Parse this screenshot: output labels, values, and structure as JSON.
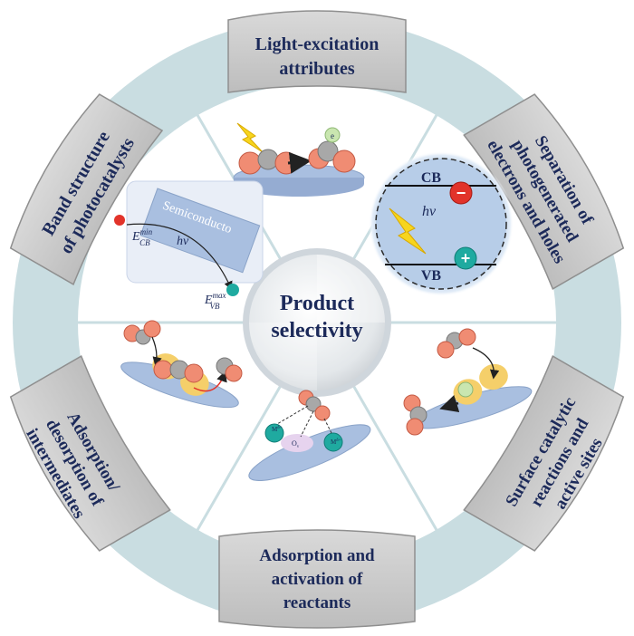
{
  "center": {
    "line1": "Product",
    "line2": "selectivity"
  },
  "segments": {
    "light_excitation": {
      "line1": "Light-excitation",
      "line2": "attributes"
    },
    "separation": {
      "line1": "Separation of",
      "line2": "photogenerated",
      "line3": "electrons and holes"
    },
    "surface": {
      "line1": "Surface catalytic",
      "line2": "reactions and",
      "line3": "active sites"
    },
    "adsorption_activation": {
      "line1": "Adsorption and",
      "line2": "activation of",
      "line3": "reactants"
    },
    "adsorption_desorption": {
      "line1": "Adsorption/",
      "line2": "desorption of",
      "line3": "intermediates"
    },
    "band_structure": {
      "line1": "Band structure",
      "line2": "of photocatalysts"
    }
  },
  "band_panel": {
    "cb": "CB",
    "vb": "VB",
    "hv": "hv",
    "minus": "−",
    "plus": "+"
  },
  "semiconductor_panel": {
    "label": "Semiconducto",
    "ecb": "E",
    "ecb_sup": "min",
    "ecb_sub": "CB",
    "evb": "E",
    "evb_sup": "max",
    "evb_sub": "VB",
    "hv": "hv"
  },
  "adsorption_panel": {
    "m1": "M",
    "m1_sup": "δ+",
    "ov": "O",
    "ov_sub": "v",
    "m2": "M",
    "m2_sup": "δ+"
  },
  "electron_label": "e",
  "colors": {
    "ring": "#c9dde1",
    "inner": "#ffffff",
    "tab_fill": "#cfcfcf",
    "tab_stroke": "#8f8f8f",
    "text": "#1c2a5a",
    "substrate": "#a9bfe0",
    "atom_red": "#f08c73",
    "atom_grey": "#a8a8a8",
    "yellow": "#f5cf6a",
    "teal": "#1faaa0",
    "electron_red": "#e2332a"
  }
}
